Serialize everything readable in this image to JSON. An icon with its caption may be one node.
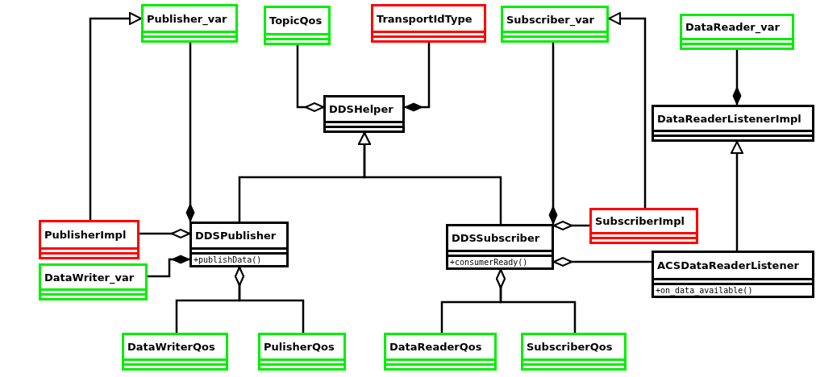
{
  "diagram": {
    "nodes": [
      {
        "text": [
          "Publisher_var"
        ]
      },
      {
        "text": [
          "TopicQos"
        ]
      },
      {
        "text": [
          "TransportIdType"
        ]
      },
      {
        "text": [
          "Subscriber_var"
        ]
      },
      {
        "text": [
          "DataReader_var"
        ]
      },
      {
        "text": [
          "DDSHelper"
        ]
      },
      {
        "text": [
          "DataReaderListenerImpl"
        ]
      },
      {
        "text": [
          "PublisherImpl"
        ]
      },
      {
        "text": [
          "DDSPublisher",
          "+publishData()"
        ]
      },
      {
        "text": [
          "SubscriberImpl"
        ]
      },
      {
        "text": [
          "DDSSubscriber",
          "+consumerReady()"
        ]
      },
      {
        "text": [
          "DataWriter_var"
        ]
      },
      {
        "text": [
          "ACSDataReaderListener",
          "+on_data_available()"
        ]
      },
      {
        "text": [
          "DataWriterQos"
        ]
      },
      {
        "text": [
          "PulisherQos"
        ]
      },
      {
        "text": [
          "DataReaderQos"
        ]
      },
      {
        "text": [
          "SubscriberQos"
        ]
      }
    ],
    "edges": [
      {
        "from": 7,
        "to": 0,
        "arrow": "to"
      },
      {
        "from": 0,
        "to": 8,
        "arrow": "other"
      },
      {
        "from": 1,
        "to": 5,
        "arrow": "other"
      },
      {
        "from": 2,
        "to": 5,
        "arrow": "other"
      },
      {
        "from": 3,
        "to": 10,
        "arrow": "other"
      },
      {
        "from": 9,
        "to": 3,
        "arrow": "to"
      },
      {
        "from": 4,
        "to": 6,
        "arrow": "other"
      },
      {
        "from": 8,
        "to": 5,
        "arrow": "to"
      },
      {
        "from": 10,
        "to": 5,
        "arrow": "to"
      },
      {
        "from": 12,
        "to": 6,
        "arrow": "to"
      },
      {
        "from": 7,
        "to": 8,
        "arrow": "other"
      },
      {
        "from": 11,
        "to": 8,
        "arrow": "other"
      },
      {
        "from": 9,
        "to": 10,
        "arrow": "other"
      },
      {
        "from": 12,
        "to": 10,
        "arrow": "other"
      },
      {
        "from": 13,
        "to": 8,
        "arrow": "other"
      },
      {
        "from": 14,
        "to": 8,
        "arrow": "other"
      },
      {
        "from": 15,
        "to": 10,
        "arrow": "other"
      },
      {
        "from": 16,
        "to": 10,
        "arrow": "other"
      }
    ]
  }
}
